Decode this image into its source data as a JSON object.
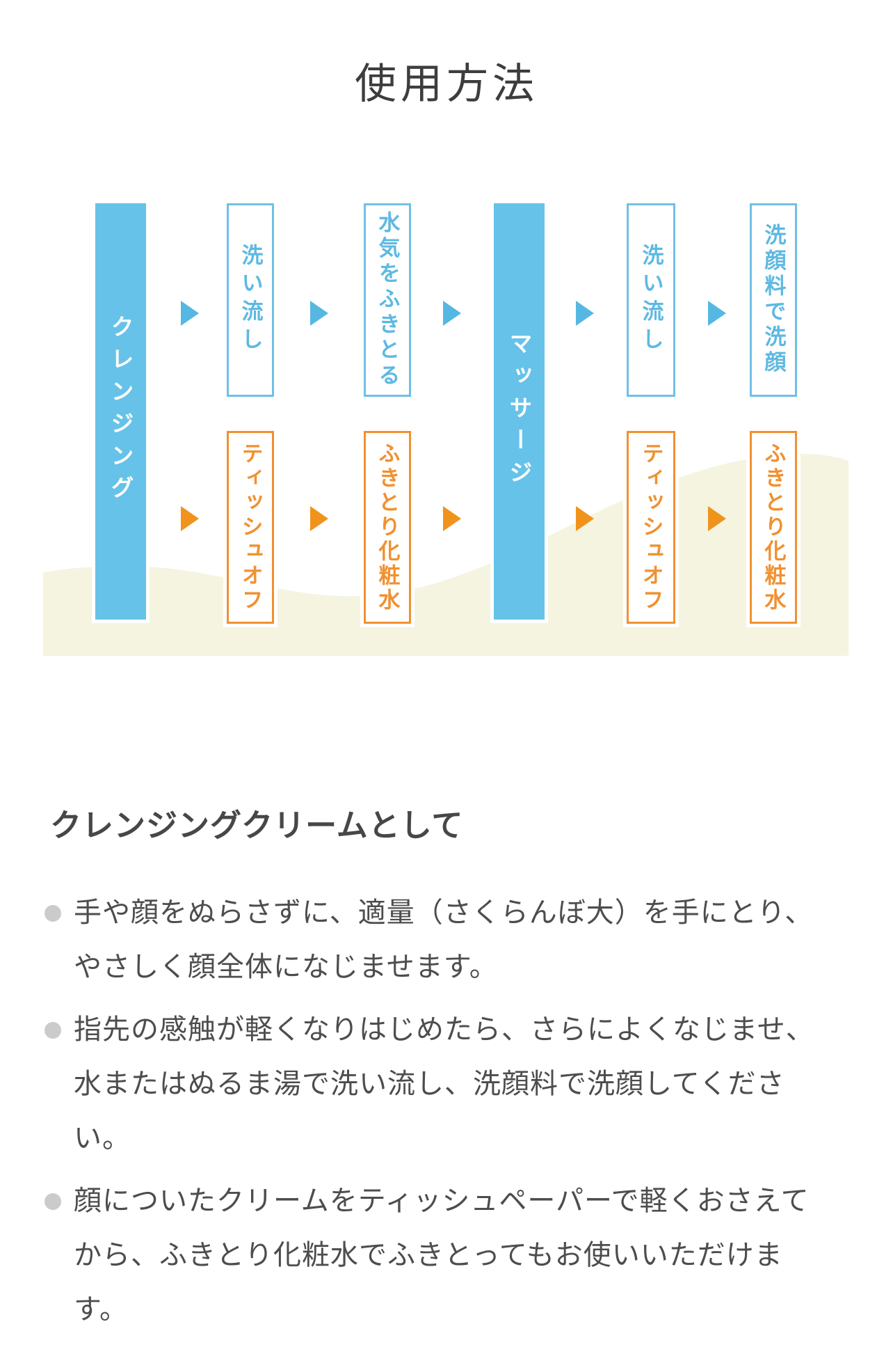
{
  "title": "使用方法",
  "diagram": {
    "boxes": [
      {
        "label": "クレンジング"
      },
      {
        "label": "洗い流し"
      },
      {
        "label": "水気をふきとる"
      },
      {
        "label": "マッサージ"
      },
      {
        "label": "洗い流し"
      },
      {
        "label": "洗顔料で洗顔"
      },
      {
        "label": "ティッシュオフ"
      },
      {
        "label": "ふきとり化粧水"
      },
      {
        "label": "ティッシュオフ"
      },
      {
        "label": "ふきとり化粧水"
      }
    ],
    "colors": {
      "solid_blue": "#66c2e8",
      "outline_blue": "#6fc0e6",
      "blue_text": "#5db9e2",
      "orange": "#f09130",
      "wave_cream": "#f4f4e1"
    }
  },
  "section": {
    "heading": "クレンジングクリームとして",
    "bullets": [
      {
        "lines": [
          "手や顔をぬらさずに、適量（さくらんぼ大）を手にとり、",
          "やさしく顔全体になじませます。"
        ]
      },
      {
        "lines": [
          "指先の感触が軽くなりはじめたら、さらによくなじませ、",
          "水またはぬるま湯で洗い流し、洗顔料で洗顔してくださ",
          "い。"
        ]
      },
      {
        "lines": [
          "顔についたクリームをティッシュペーパーで軽くおさえて",
          "から、ふきとり化粧水でふきとってもお使いいただけま",
          "す。"
        ]
      }
    ]
  }
}
